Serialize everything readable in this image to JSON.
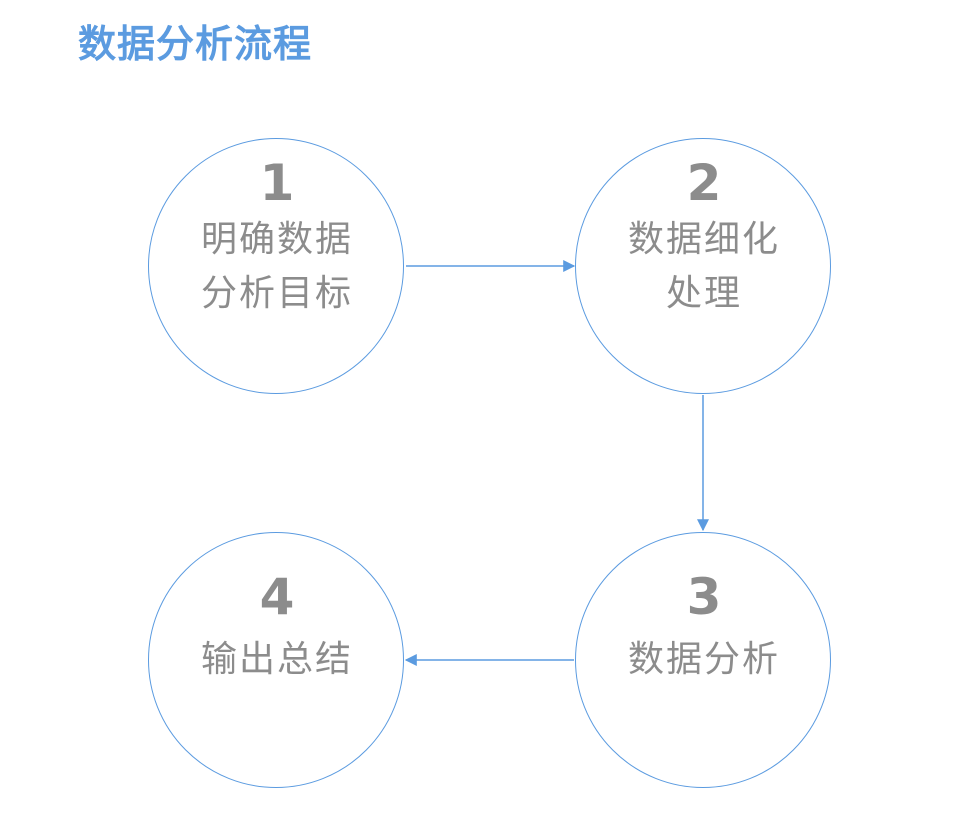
{
  "title": "数据分析流程",
  "colors": {
    "accent": "#5b9be0",
    "text": "#8c8c8c"
  },
  "steps": [
    {
      "number": "1",
      "lines": [
        "明确数据",
        "分析目标"
      ]
    },
    {
      "number": "2",
      "lines": [
        "数据细化",
        "处理"
      ]
    },
    {
      "number": "3",
      "lines": [
        "数据分析"
      ]
    },
    {
      "number": "4",
      "lines": [
        "输出总结"
      ]
    }
  ],
  "edges": [
    {
      "from": "1",
      "to": "2"
    },
    {
      "from": "2",
      "to": "3"
    },
    {
      "from": "3",
      "to": "4"
    }
  ]
}
